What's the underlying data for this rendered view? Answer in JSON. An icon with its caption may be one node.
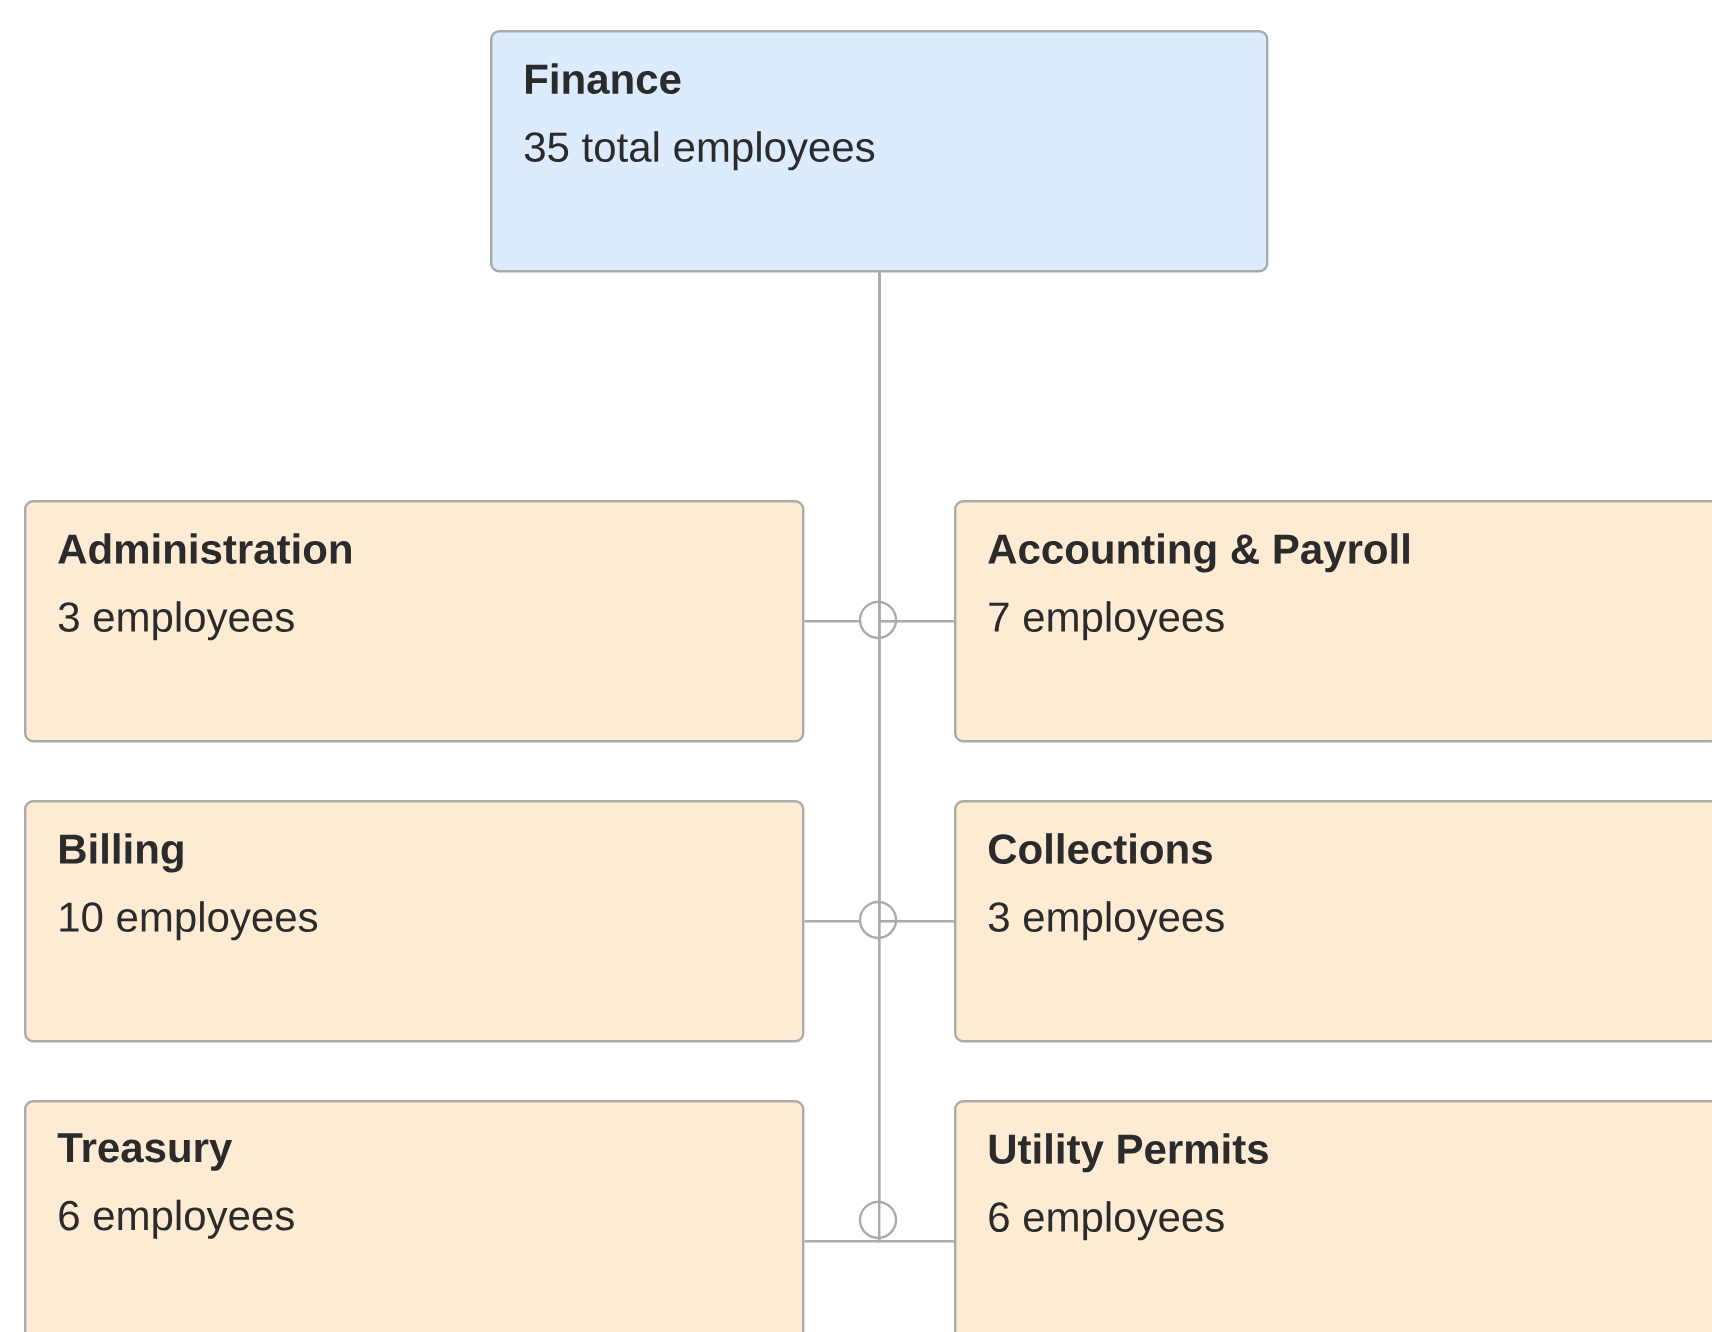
{
  "diagram": {
    "nodes": [
      {
        "text": [
          "Finance",
          "35 total employees"
        ]
      },
      {
        "text": [
          "Administration",
          "3 employees"
        ]
      },
      {
        "text": [
          "Accounting & Payroll",
          "7 employees"
        ]
      },
      {
        "text": [
          "Billing",
          "10 employees"
        ]
      },
      {
        "text": [
          "Collections",
          "3 employees"
        ]
      },
      {
        "text": [
          "Treasury",
          "6 employees"
        ]
      },
      {
        "text": [
          "Utility Permits",
          "6 employees"
        ]
      }
    ],
    "edges": [
      {
        "from": 0,
        "to": 1,
        "arrow": "none"
      },
      {
        "from": 0,
        "to": 2,
        "arrow": "none"
      },
      {
        "from": 0,
        "to": 3,
        "arrow": "none"
      },
      {
        "from": 0,
        "to": 4,
        "arrow": "none"
      },
      {
        "from": 0,
        "to": 5,
        "arrow": "none"
      },
      {
        "from": 0,
        "to": 6,
        "arrow": "none"
      }
    ]
  }
}
